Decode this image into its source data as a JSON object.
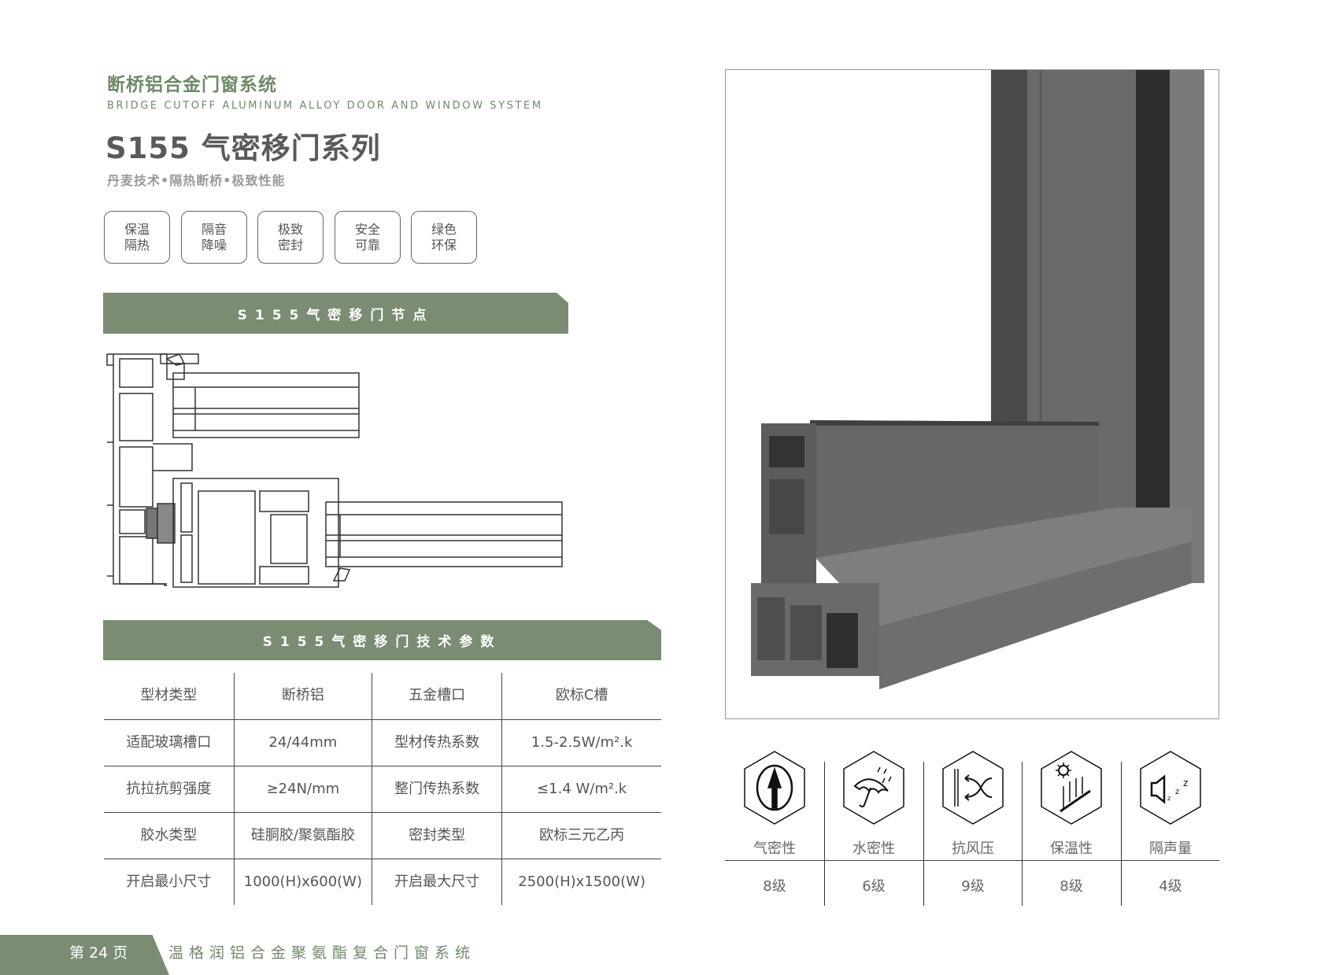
{
  "header": {
    "category_cn": "断桥铝合金门窗系统",
    "category_en": "BRIDGE CUTOFF ALUMINUM ALLOY DOOR AND WINDOW SYSTEM",
    "title": "S155 气密移门系列",
    "subtitle": "丹麦技术•隔热断桥•极致性能"
  },
  "features": [
    [
      "保温",
      "隔热"
    ],
    [
      "隔音",
      "降噪"
    ],
    [
      "极致",
      "密封"
    ],
    [
      "安全",
      "可靠"
    ],
    [
      "绿色",
      "环保"
    ]
  ],
  "section_node": "S155气密移门节点",
  "section_params": "S155气密移门技术参数",
  "spec_table": [
    [
      "型材类型",
      "断桥铝",
      "五金槽口",
      "欧标C槽"
    ],
    [
      "适配玻璃槽口",
      "24/44mm",
      "型材传热系数",
      "1.5-2.5W/m².k"
    ],
    [
      "抗拉抗剪强度",
      "≥24N/mm",
      "整门传热系数",
      "≤1.4 W/m².k"
    ],
    [
      "胶水类型",
      "硅胴胶/聚氨酯胶",
      "密封类型",
      "欧标三元乙丙"
    ],
    [
      "开启最小尺寸",
      "1000(H)x600(W)",
      "开启最大尺寸",
      "2500(H)x1500(W)"
    ]
  ],
  "performance": [
    {
      "label": "气密性",
      "value": "8级",
      "icon": "airtight-arrow-icon"
    },
    {
      "label": "水密性",
      "value": "6级",
      "icon": "umbrella-rain-icon"
    },
    {
      "label": "抗风压",
      "value": "9级",
      "icon": "wind-pressure-icon"
    },
    {
      "label": "保温性",
      "value": "8级",
      "icon": "sun-insulation-icon"
    },
    {
      "label": "隔声量",
      "value": "4级",
      "icon": "speaker-zzz-icon"
    }
  ],
  "footer": {
    "page": "第 24 页",
    "title": "温格润铝合金聚氨酯复合门窗系统"
  },
  "colors": {
    "accent": "#7a8c72",
    "text_green": "#6f8a68"
  }
}
